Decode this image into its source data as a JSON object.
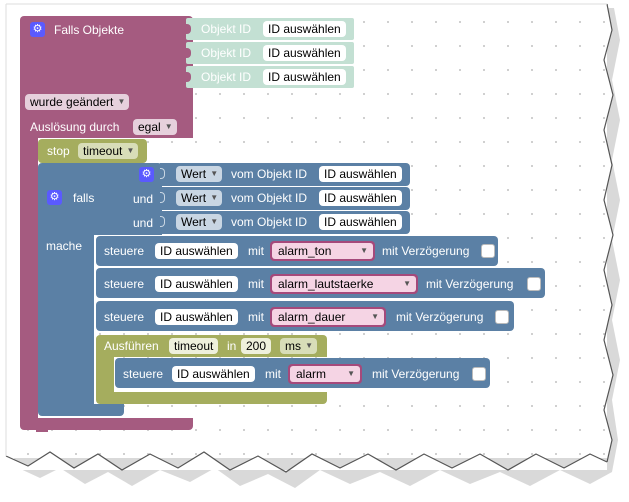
{
  "colors": {
    "event_block": "#a55b80",
    "object_socket": "#c3e0d3",
    "timeout_block": "#a5ad5e",
    "if_block": "#5b80a5",
    "control_block": "#5b80a5",
    "value_block": "#a5497b"
  },
  "trigger": {
    "title": "Falls Objekte",
    "object_label": "Objekt ID",
    "object_select": "ID auswählen",
    "mode": "wurde geändert",
    "by_label": "Auslösung durch",
    "by_value": "egal"
  },
  "stop": {
    "label": "stop",
    "value": "timeout"
  },
  "if_block": {
    "falls": "falls",
    "und": "und",
    "mache": "mache",
    "cond_value": "Wert",
    "cond_label": "vom Objekt ID",
    "cond_select": "ID auswählen"
  },
  "controls": {
    "steuere": "steuere",
    "id_select": "ID auswählen",
    "mit": "mit",
    "delay": "mit Verzögerung",
    "values": [
      "alarm_ton",
      "alarm_lautstaerke",
      "alarm_dauer",
      "alarm"
    ]
  },
  "timeout": {
    "label": "Ausführen",
    "name": "timeout",
    "in": "in",
    "amount": "200",
    "unit": "ms"
  },
  "icons": {
    "gear": "gear-icon",
    "dropdown": "chevron-down-icon"
  }
}
